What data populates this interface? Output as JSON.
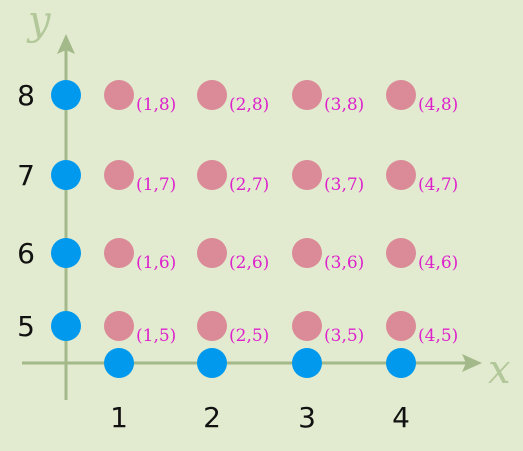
{
  "axes": {
    "x_label": "x",
    "y_label": "y",
    "x_ticks": [
      "1",
      "2",
      "3",
      "4"
    ],
    "y_ticks": [
      "5",
      "6",
      "7",
      "8"
    ]
  },
  "points": [
    {
      "label": "(1,5)"
    },
    {
      "label": "(2,5)"
    },
    {
      "label": "(3,5)"
    },
    {
      "label": "(4,5)"
    },
    {
      "label": "(1,6)"
    },
    {
      "label": "(2,6)"
    },
    {
      "label": "(3,6)"
    },
    {
      "label": "(4,6)"
    },
    {
      "label": "(1,7)"
    },
    {
      "label": "(2,7)"
    },
    {
      "label": "(3,7)"
    },
    {
      "label": "(4,7)"
    },
    {
      "label": "(1,8)"
    },
    {
      "label": "(2,8)"
    },
    {
      "label": "(3,8)"
    },
    {
      "label": "(4,8)"
    }
  ],
  "colors": {
    "background": "#e2ebcf",
    "axis": "#a3b98a",
    "axis_label": "#b2c79a",
    "tick_text": "#111111",
    "axis_dot": "#0099ee",
    "point": "#db8a98",
    "point_label": "#dd22cc"
  }
}
